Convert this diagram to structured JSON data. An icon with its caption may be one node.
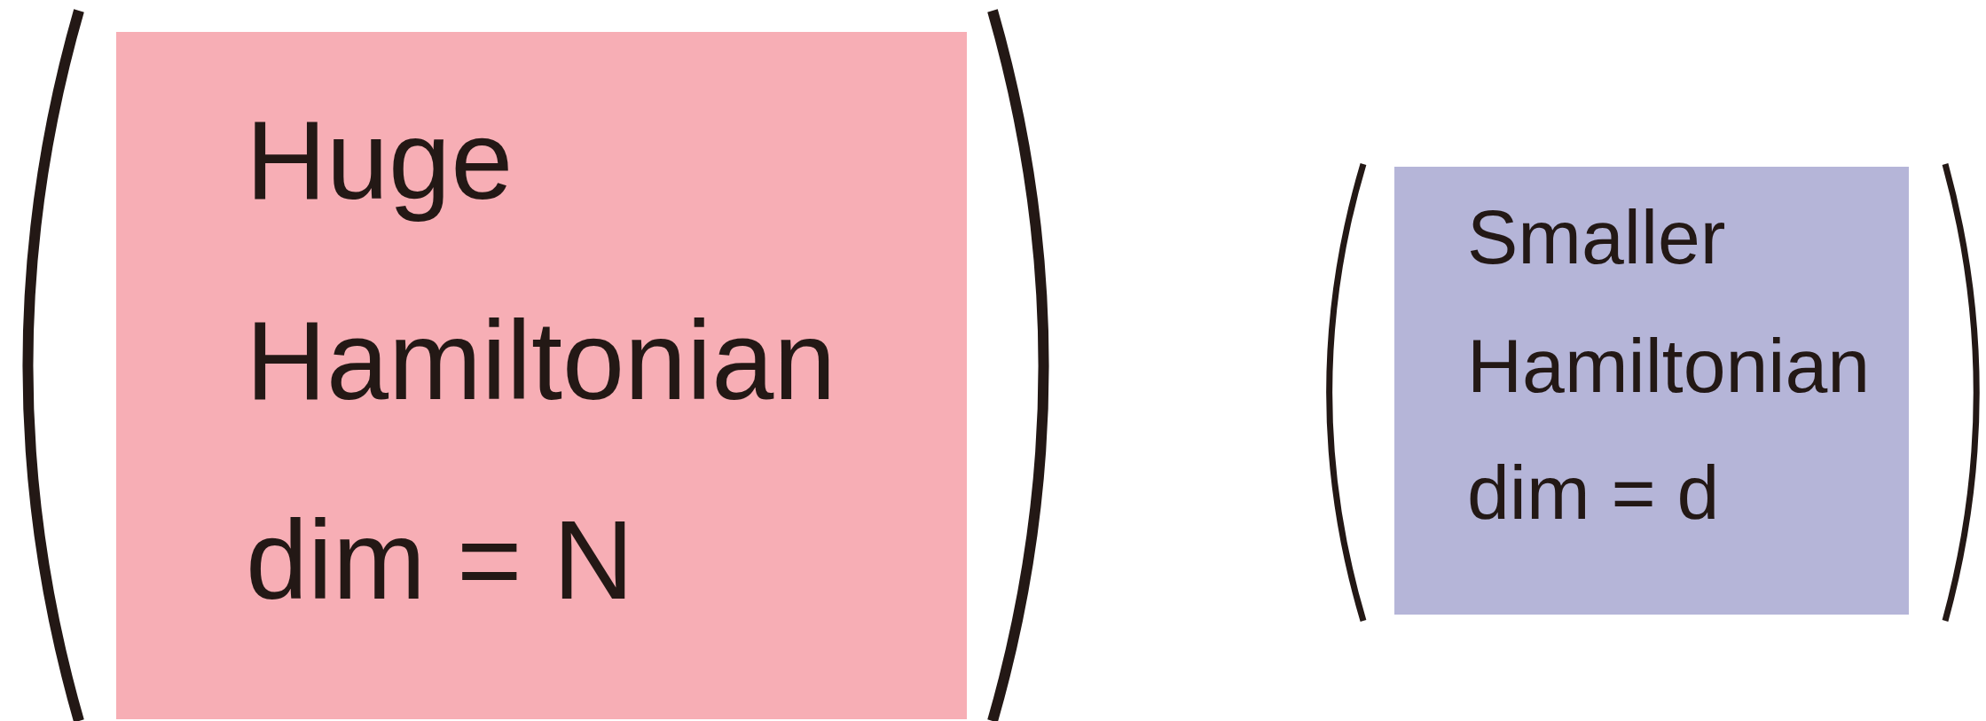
{
  "diagram": {
    "nodes": [
      {
        "text": [
          "Huge",
          "Hamiltonian",
          "dim = N"
        ]
      },
      {
        "text": [
          "Smaller",
          "Hamiltonian",
          "dim = d"
        ]
      }
    ]
  }
}
